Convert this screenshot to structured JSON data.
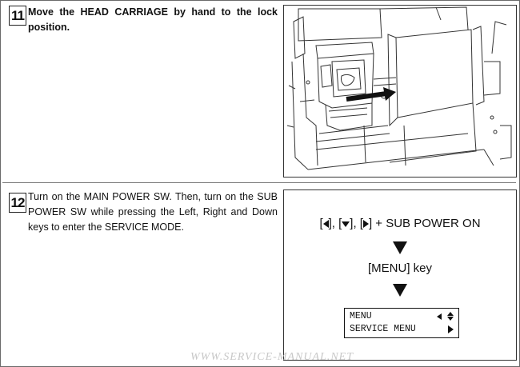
{
  "steps": [
    {
      "number": "11",
      "text": "Move the HEAD CARRIAGE by hand to the lock position."
    },
    {
      "number": "12",
      "text": "Turn on the MAIN POWER SW.  Then, turn on the SUB POWER SW while pressing the Left, Right and Down keys to enter the SERVICE MODE."
    }
  ],
  "sequence": {
    "keys_left": "[",
    "keys_sep1": "], [",
    "keys_sep2": "], [",
    "keys_end": "] + SUB POWER ON",
    "menu_key": "[MENU] key"
  },
  "lcd": {
    "line1": "MENU",
    "line2": "SERVICE MENU"
  },
  "watermark": "WWW.SERVICE-MANUAL.NET",
  "icons": [
    "arrow-left-icon",
    "arrow-down-icon",
    "arrow-right-icon",
    "flow-down-arrow-icon"
  ]
}
